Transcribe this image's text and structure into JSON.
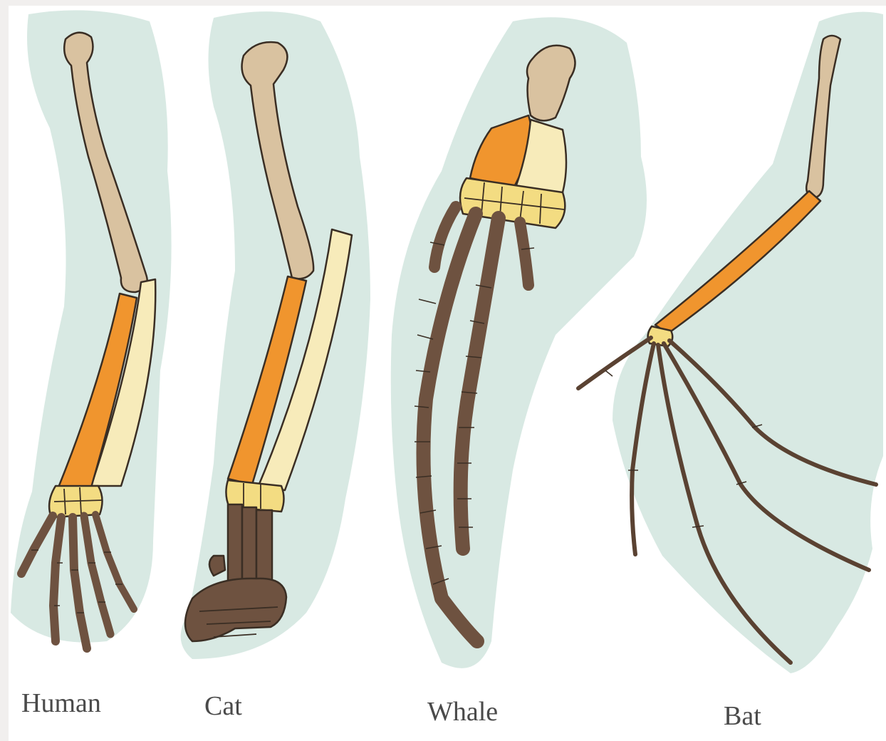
{
  "labels": {
    "human": "Human",
    "cat": "Cat",
    "whale": "Whale",
    "bat": "Bat"
  },
  "colors": {
    "humerus": "#d9c2a0",
    "radius": "#f0952e",
    "ulna": "#f7ebba",
    "carpals": "#f3dc82",
    "digits": "#6e5240",
    "silhouette": "#d8e9e3",
    "outline": "#3a2e24"
  }
}
